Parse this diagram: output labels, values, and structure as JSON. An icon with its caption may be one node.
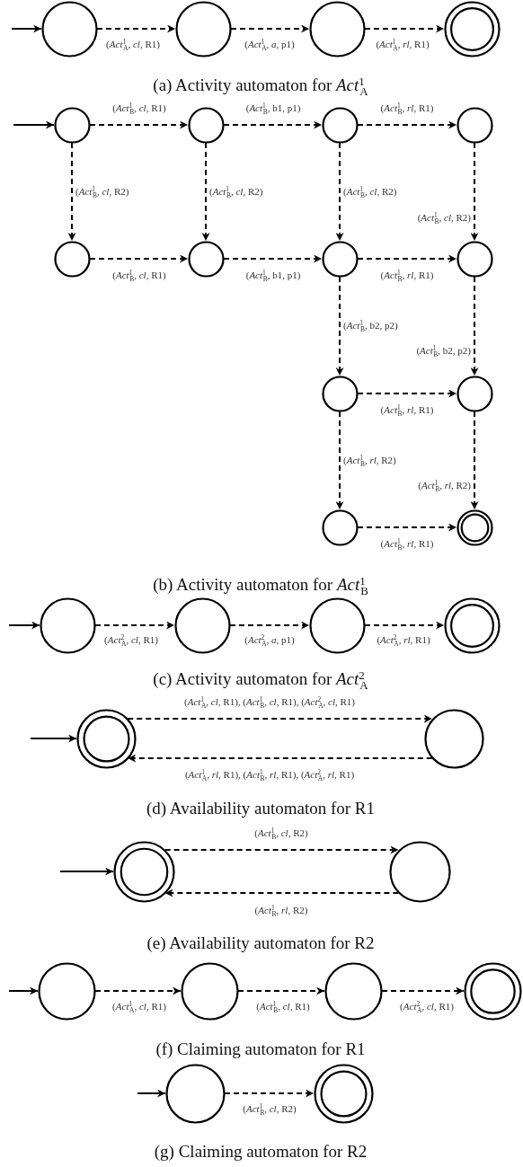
{
  "diagram": {
    "nodes": [
      {
        "text": [],
        "shape": "circle"
      },
      {
        "text": [],
        "shape": "circle"
      },
      {
        "text": [],
        "shape": "circle"
      },
      {
        "text": [],
        "shape": "double-circle"
      },
      {
        "text": [],
        "shape": "circle"
      },
      {
        "text": [],
        "shape": "circle"
      },
      {
        "text": [],
        "shape": "circle"
      },
      {
        "text": [],
        "shape": "circle"
      },
      {
        "text": [],
        "shape": "circle"
      },
      {
        "text": [],
        "shape": "circle"
      },
      {
        "text": [],
        "shape": "circle"
      },
      {
        "text": [],
        "shape": "circle"
      },
      {
        "text": [],
        "shape": "circle"
      },
      {
        "text": [],
        "shape": "circle"
      },
      {
        "text": [],
        "shape": "circle"
      },
      {
        "text": [],
        "shape": "double-circle"
      },
      {
        "text": [],
        "shape": "circle"
      },
      {
        "text": [],
        "shape": "circle"
      },
      {
        "text": [],
        "shape": "circle"
      },
      {
        "text": [],
        "shape": "double-circle"
      },
      {
        "text": [],
        "shape": "double-circle"
      },
      {
        "text": [],
        "shape": "circle"
      },
      {
        "text": [],
        "shape": "double-circle"
      },
      {
        "text": [],
        "shape": "circle"
      },
      {
        "text": [],
        "shape": "circle"
      },
      {
        "text": [],
        "shape": "circle"
      },
      {
        "text": [],
        "shape": "circle"
      },
      {
        "text": [],
        "shape": "double-circle"
      },
      {
        "text": [],
        "shape": "circle"
      },
      {
        "text": [],
        "shape": "double-circle"
      }
    ],
    "edges": [
      {
        "from": null,
        "to": 0,
        "arrow": "to"
      },
      {
        "from": 0,
        "to": 1,
        "arrow": "to",
        "style": "dashed",
        "label": "(*Act*$^{1}$$_{A}$, *cl*, R1)"
      },
      {
        "from": 1,
        "to": 2,
        "arrow": "to",
        "style": "dashed",
        "label": "(*Act*$^{1}$$_{A}$, *a*, p1)"
      },
      {
        "from": 2,
        "to": 3,
        "arrow": "to",
        "style": "dashed",
        "label": "(*Act*$^{1}$$_{A}$, *rl*, R1)"
      },
      {
        "from": null,
        "to": 4,
        "arrow": "to"
      },
      {
        "from": 4,
        "to": 5,
        "arrow": "to",
        "style": "dashed",
        "label": "(*Act*$^{1}$$_{B}$, *cl*, R1)"
      },
      {
        "from": 5,
        "to": 6,
        "arrow": "to",
        "style": "dashed",
        "label": "(*Act*$^{1}$$_{B}$, b1, p1)"
      },
      {
        "from": 6,
        "to": 7,
        "arrow": "to",
        "style": "dashed",
        "label": "(*Act*$^{1}$$_{B}$, *rl*, R1)"
      },
      {
        "from": 4,
        "to": 8,
        "arrow": "to",
        "style": "dashed",
        "label": "(*Act*$^{1}$$_{B}$, *cl*, R2)"
      },
      {
        "from": 5,
        "to": 9,
        "arrow": "to",
        "style": "dashed",
        "label": "(*Act*$^{1}$$_{B}$, *cl*, R2)"
      },
      {
        "from": 6,
        "to": 10,
        "arrow": "to",
        "style": "dashed",
        "label": "(*Act*$^{1}$$_{B}$, *cl*, R2)"
      },
      {
        "from": 7,
        "to": 11,
        "arrow": "to",
        "style": "dashed",
        "label": "(*Act*$^{1}$$_{B}$, *cl*, R2)"
      },
      {
        "from": 8,
        "to": 9,
        "arrow": "to",
        "style": "dashed",
        "label": "(*Act*$^{1}$$_{B}$, *cl*, R1)"
      },
      {
        "from": 9,
        "to": 10,
        "arrow": "to",
        "style": "dashed",
        "label": "(*Act*$^{1}$$_{B}$, b1, p1)"
      },
      {
        "from": 10,
        "to": 11,
        "arrow": "to",
        "style": "dashed",
        "label": "(*Act*$^{1}$$_{B}$, *rl*, R1)"
      },
      {
        "from": 10,
        "to": 12,
        "arrow": "to",
        "style": "dashed",
        "label": "(*Act*$^{1}$$_{B}$, b2, p2)"
      },
      {
        "from": 11,
        "to": 13,
        "arrow": "to",
        "style": "dashed",
        "label": "(*Act*$^{1}$$_{B}$, b2, p2)"
      },
      {
        "from": 12,
        "to": 13,
        "arrow": "to",
        "style": "dashed",
        "label": "(*Act*$^{1}$$_{B}$, *rl*, R1)"
      },
      {
        "from": 12,
        "to": 14,
        "arrow": "to",
        "style": "dashed",
        "label": "(*Act*$^{1}$$_{B}$, *rl*, R2)"
      },
      {
        "from": 13,
        "to": 15,
        "arrow": "to",
        "style": "dashed",
        "label": "(*Act*$^{1}$$_{B}$, *rl*, R2)"
      },
      {
        "from": 14,
        "to": 15,
        "arrow": "to",
        "style": "dashed",
        "label": "(*Act*$^{1}$$_{B}$, *rl*, R1)"
      },
      {
        "from": null,
        "to": 16,
        "arrow": "to"
      },
      {
        "from": 16,
        "to": 17,
        "arrow": "to",
        "style": "dashed",
        "label": "(*Act*$^{2}$$_{A}$, *cl*, R1)"
      },
      {
        "from": 17,
        "to": 18,
        "arrow": "to",
        "style": "dashed",
        "label": "(*Act*$^{2}$$_{A}$, *a*, p1)"
      },
      {
        "from": 18,
        "to": 19,
        "arrow": "to",
        "style": "dashed",
        "label": "(*Act*$^{2}$$_{A}$, *rl*, R1)"
      },
      {
        "from": null,
        "to": 20,
        "arrow": "to"
      },
      {
        "from": 20,
        "to": 21,
        "arrow": "to",
        "style": "dashed",
        "label": "(*Act*$^{1}$$_{A}$, *cl*, R1), (*Act*$^{1}$$_{B}$, *cl*, R1), (*Act*$^{2}$$_{A}$, *cl*, R1)"
      },
      {
        "from": 21,
        "to": 20,
        "arrow": "to",
        "style": "dashed",
        "label": "(*Act*$^{1}$$_{A}$, *rl*, R1), (*Act*$^{1}$$_{B}$, *rl*, R1), (*Act*$^{2}$$_{A}$, *rl*, R1)"
      },
      {
        "from": null,
        "to": 22,
        "arrow": "to"
      },
      {
        "from": 22,
        "to": 23,
        "arrow": "to",
        "style": "dashed",
        "label": "(*Act*$^{1}$$_{B}$, *cl*, R2)"
      },
      {
        "from": 23,
        "to": 22,
        "arrow": "to",
        "style": "dashed",
        "label": "(*Act*$^{1}$$_{B}$, *rl*, R2)"
      },
      {
        "from": null,
        "to": 24,
        "arrow": "to"
      },
      {
        "from": 24,
        "to": 25,
        "arrow": "to",
        "style": "dashed",
        "label": "(*Act*$^{1}$$_{A}$, *cl*, R1)"
      },
      {
        "from": 25,
        "to": 26,
        "arrow": "to",
        "style": "dashed",
        "label": "(*Act*$^{1}$$_{B}$, *cl*, R1)"
      },
      {
        "from": 26,
        "to": 27,
        "arrow": "to",
        "style": "dashed",
        "label": "(*Act*$^{2}$$_{A}$, *cl*, R1)"
      },
      {
        "from": null,
        "to": 28,
        "arrow": "to"
      },
      {
        "from": 28,
        "to": 29,
        "arrow": "to",
        "style": "dashed",
        "label": "(*Act*$^{1}$$_{B}$, *cl*, R2)"
      }
    ],
    "labels": [
      "(a) Activity automaton for *Act*$^{1}$$_{A}$",
      "(b) Activity automaton for *Act*$^{1}$$_{B}$",
      "(c) Activity automaton for *Act*$^{2}$$_{A}$",
      "(d) Availability automaton for R1",
      "(e) Availability automaton for R2",
      "(f) Claiming automaton for R1",
      "(g) Claiming automaton for R2"
    ]
  }
}
